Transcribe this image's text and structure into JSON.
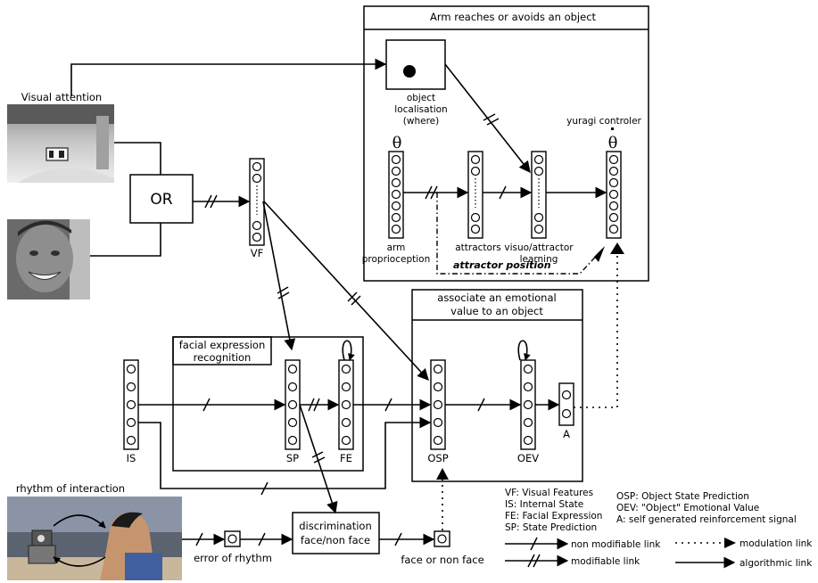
{
  "titles": {
    "arm_box": "Arm reaches or avoids an object",
    "emotional_box_1": "associate an emotional",
    "emotional_box_2": "value to an object",
    "facial_box_1": "facial expression",
    "facial_box_2": "recognition",
    "visual_attention": "Visual attention",
    "rhythm": "rhythm of interaction"
  },
  "nodes": {
    "or": "OR",
    "vf": "VF",
    "is": "IS",
    "sp": "SP",
    "fe": "FE",
    "osp": "OSP",
    "oev": "OEV",
    "a": "A",
    "theta": "θ",
    "theta_dot": "θ",
    "object_loc_1": "object",
    "object_loc_2": "localisation",
    "object_loc_3": "(where)",
    "yuragi": "yuragi controler",
    "arm_prop_1": "arm",
    "arm_prop_2": "proprioception",
    "attractors": "attractors",
    "visuo_1": "visuo/attractor",
    "visuo_2": "learning",
    "attractor_position": "attractor position",
    "discrimination_1": "discrimination",
    "discrimination_2": "face/non face",
    "error_rhythm": "error of rhythm",
    "face_or_non": "face or non face"
  },
  "legend": {
    "abbrev": [
      "VF: Visual Features",
      "IS: Internal State",
      "FE: Facial Expression",
      "SP: State Prediction",
      "OSP: Object State Prediction",
      "OEV: \"Object\" Emotional Value",
      "A: self generated reinforcement signal"
    ],
    "links": [
      "non modifiable link",
      "modifiable link",
      "modulation link",
      "algorithmic link"
    ]
  }
}
